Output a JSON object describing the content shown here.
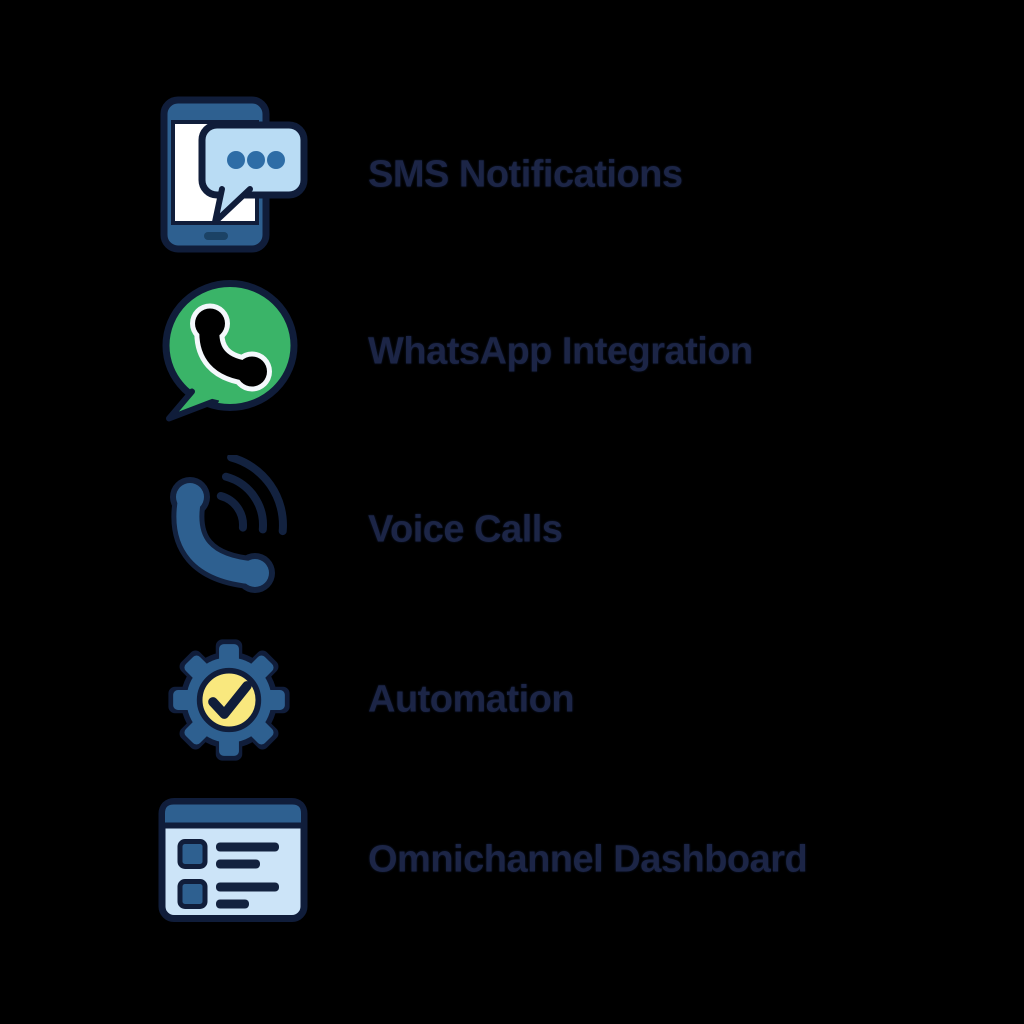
{
  "page": {
    "background_color": "#000000",
    "text_color": "#1c2546",
    "layout": "vertical-feature-list"
  },
  "colors": {
    "outline_navy": "#101d3a",
    "steel_blue": "#2e6090",
    "light_blue_bubble": "#b9dcf4",
    "light_blue_panel": "#cce4f8",
    "whatsapp_green": "#3ab468",
    "accent_yellow": "#f9e87e",
    "dot_blue": "#2e6da6",
    "screen_white": "#ffffff"
  },
  "features": [
    {
      "id": "sms",
      "label": "SMS Notifications",
      "icon": "smartphone-sms-icon"
    },
    {
      "id": "whatsapp",
      "label": "WhatsApp Integration",
      "icon": "whatsapp-icon"
    },
    {
      "id": "voice",
      "label": "Voice Calls",
      "icon": "phone-handset-icon"
    },
    {
      "id": "automation",
      "label": "Automation",
      "icon": "gear-check-icon"
    },
    {
      "id": "dashboard",
      "label": "Omnichannel Dashboard",
      "icon": "dashboard-list-icon"
    }
  ]
}
